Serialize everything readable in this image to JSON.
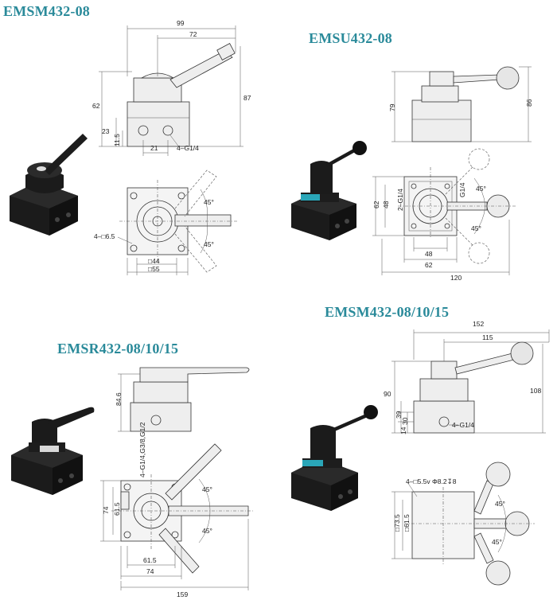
{
  "titles": {
    "t1": "EMSM432-08",
    "t2": "EMSU432-08",
    "t3": "EMSM432-08/10/15",
    "t4": "EMSR432-08/10/15"
  },
  "emsm432": {
    "d99": "99",
    "d72": "72",
    "d62": "62",
    "d87": "87",
    "d23": "23",
    "d11_5": "11.5",
    "d21": "21",
    "port": "4–G1/4",
    "hole": "4–□6.5",
    "d44": "□44",
    "d55": "□55",
    "a1": "45°",
    "a2": "45°"
  },
  "emsu432": {
    "d79": "79",
    "d86": "86",
    "d62": "62",
    "d48v": "48",
    "port_l": "2–G1/4",
    "port_r": "G1/4",
    "d48h": "48",
    "d62h": "62",
    "d120": "120",
    "a1": "45°",
    "a2": "45°"
  },
  "emsm432_multi": {
    "d152": "152",
    "d115": "115",
    "d90": "90",
    "d108": "108",
    "d39": "39",
    "d30": "30",
    "d14": "14",
    "port": "4–G1/4",
    "hole": "4–□5.5v Φ8.2↧8",
    "d73_5": "□73.5",
    "d61_5": "□61.5",
    "a1": "45°",
    "a2": "45°"
  },
  "emsr432": {
    "d84_6": "84.6",
    "port": "4–G1/4,G3/8,G1/2",
    "d74v": "74",
    "d61_5v": "61.5",
    "d61_5h": "61.5",
    "d74h": "74",
    "d159": "159",
    "a1": "45°",
    "a2": "45°"
  }
}
